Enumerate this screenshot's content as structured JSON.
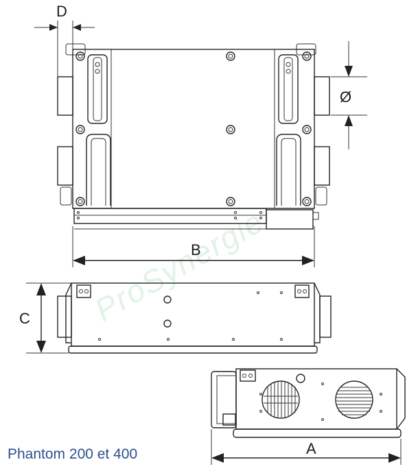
{
  "caption": "Phantom 200 et 400",
  "watermark": "ProSynergie",
  "dimensions": {
    "a": "A",
    "b": "B",
    "c": "C",
    "d": "D",
    "diameter": "Ø"
  },
  "colors": {
    "caption": "#2f4f8f",
    "watermark": "#c9ead3",
    "line": "#222222"
  }
}
